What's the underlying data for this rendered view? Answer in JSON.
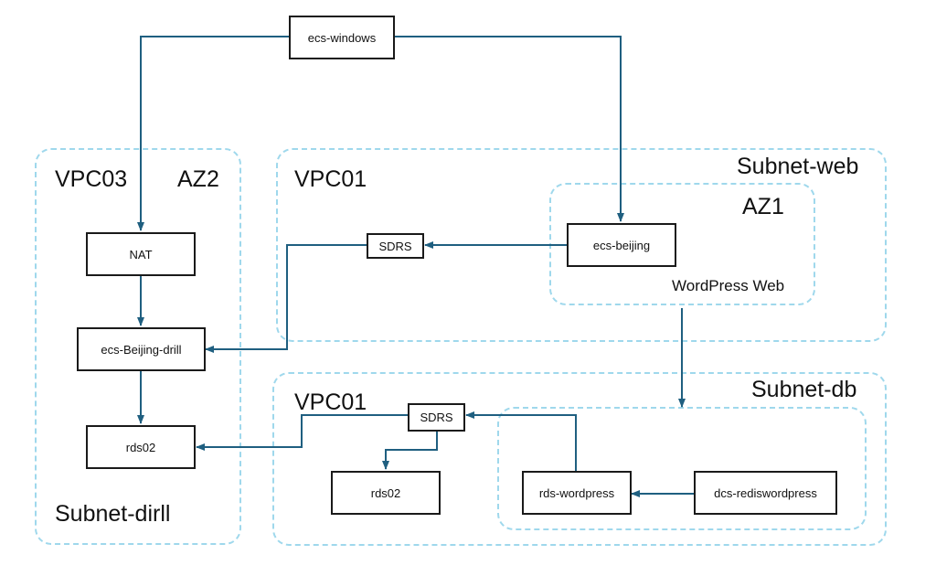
{
  "regions": {
    "vpc03": {
      "name": "VPC03",
      "az": "AZ2",
      "subnet": "Subnet-dirll"
    },
    "vpc01_web": {
      "name": "VPC01",
      "subnet": "Subnet-web",
      "az": "AZ1",
      "caption": "WordPress Web"
    },
    "vpc01_db": {
      "name": "VPC01",
      "subnet": "Subnet-db"
    }
  },
  "nodes": {
    "ecs_windows": "ecs-windows",
    "nat": "NAT",
    "ecs_beijing_drill": "ecs-Beijing-drill",
    "rds02_left": "rds02",
    "sdrs_web": "SDRS",
    "ecs_beijing": "ecs-beijing",
    "sdrs_db": "SDRS",
    "rds02_db": "rds02",
    "rds_wordpress": "rds-wordpress",
    "dcs_rediswordpress": "dcs-rediswordpress"
  },
  "colors": {
    "region_border": "#9fd8ec",
    "wire": "#1f5f80",
    "node_border": "#1a1a1a"
  }
}
